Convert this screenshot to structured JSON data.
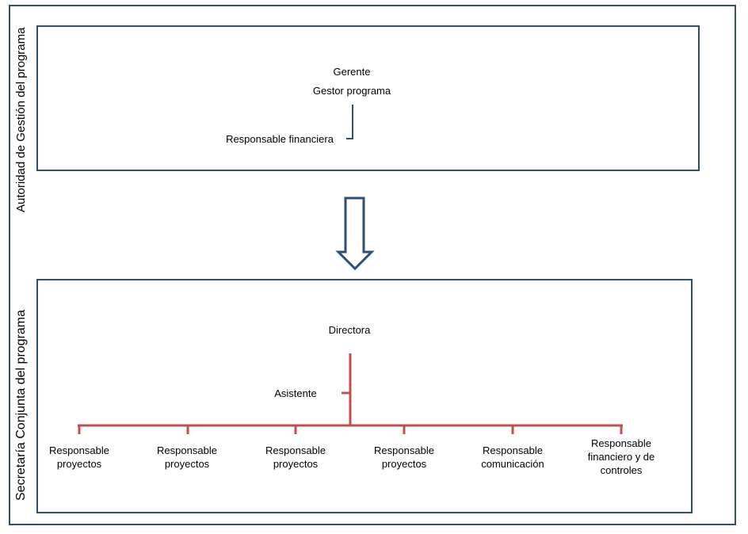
{
  "authority": {
    "title": "Autoridad de Gestión del programa",
    "roles": {
      "manager": "Gerente",
      "program_manager": "Gestor programa",
      "financial": "Responsable financiera"
    }
  },
  "secretariat": {
    "title": "Secretaría Conjunta del programa",
    "director": "Directora",
    "assistant": "Asistente",
    "staff": [
      {
        "line1": "Responsable",
        "line2": "proyectos",
        "line3": ""
      },
      {
        "line1": "Responsable",
        "line2": "proyectos",
        "line3": ""
      },
      {
        "line1": "Responsable",
        "line2": "proyectos",
        "line3": ""
      },
      {
        "line1": "Responsable",
        "line2": "proyectos",
        "line3": ""
      },
      {
        "line1": "Responsable",
        "line2": "comunicación",
        "line3": ""
      },
      {
        "line1": "Responsable",
        "line2": "financiero y de",
        "line3": "controles"
      }
    ]
  },
  "colors": {
    "frame": "#2f4d75",
    "authority_lines": "#2f4d75",
    "secretariat_lines": "#c0504d",
    "arrow": "#2f4d75"
  }
}
